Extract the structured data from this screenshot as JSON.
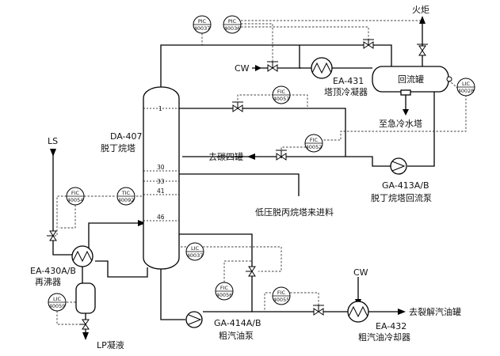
{
  "labels": {
    "flare": "火炬",
    "cw_top": "CW",
    "condenser_tag": "EA-431",
    "condenser_name": "塔顶冷凝器",
    "reflux_drum": "回流罐",
    "to_quench": "至急冷水塔",
    "tower_tag": "DA-407",
    "tower_name": "脱丁烷塔",
    "ls": "LS",
    "to_c4_tank": "去碳四罐",
    "reflux_pump_tag": "GA-413A/B",
    "reflux_pump_name": "脱丁烷塔回流泵",
    "feed": "低压脱丙烷塔来进料",
    "reboiler_tag": "EA-430A/B",
    "reboiler_name": "再沸器",
    "lp_condensate": "LP凝液",
    "cw_bottom": "CW",
    "to_gasoline_tank": "去裂解汽油罐",
    "gasoline_pump_tag": "GA-414A/B",
    "gasoline_pump_name": "粗汽油泵",
    "cooler_tag": "EA-432",
    "cooler_name": "粗汽油冷却器"
  },
  "trays": [
    "1",
    "30",
    "33",
    "41",
    "46"
  ],
  "instruments": [
    {
      "id": "pic40037",
      "type": "PIC",
      "tag": "40037"
    },
    {
      "id": "pic40036",
      "type": "PIC",
      "tag": "40036"
    },
    {
      "id": "fic40057",
      "type": "FIC",
      "tag": "40057"
    },
    {
      "id": "lic40028",
      "type": "LIC",
      "tag": "40028"
    },
    {
      "id": "fic40052",
      "type": "FIC",
      "tag": "40052"
    },
    {
      "id": "fic40054",
      "type": "FIC",
      "tag": "40054"
    },
    {
      "id": "tic40092",
      "type": "TIC",
      "tag": "40092"
    },
    {
      "id": "lic40037",
      "type": "LIC",
      "tag": "40037"
    },
    {
      "id": "fic40056",
      "type": "FIC",
      "tag": "40056"
    },
    {
      "id": "fic40055",
      "type": "FIC",
      "tag": "40055"
    },
    {
      "id": "lic40059",
      "type": "LIC",
      "tag": "40059"
    }
  ]
}
